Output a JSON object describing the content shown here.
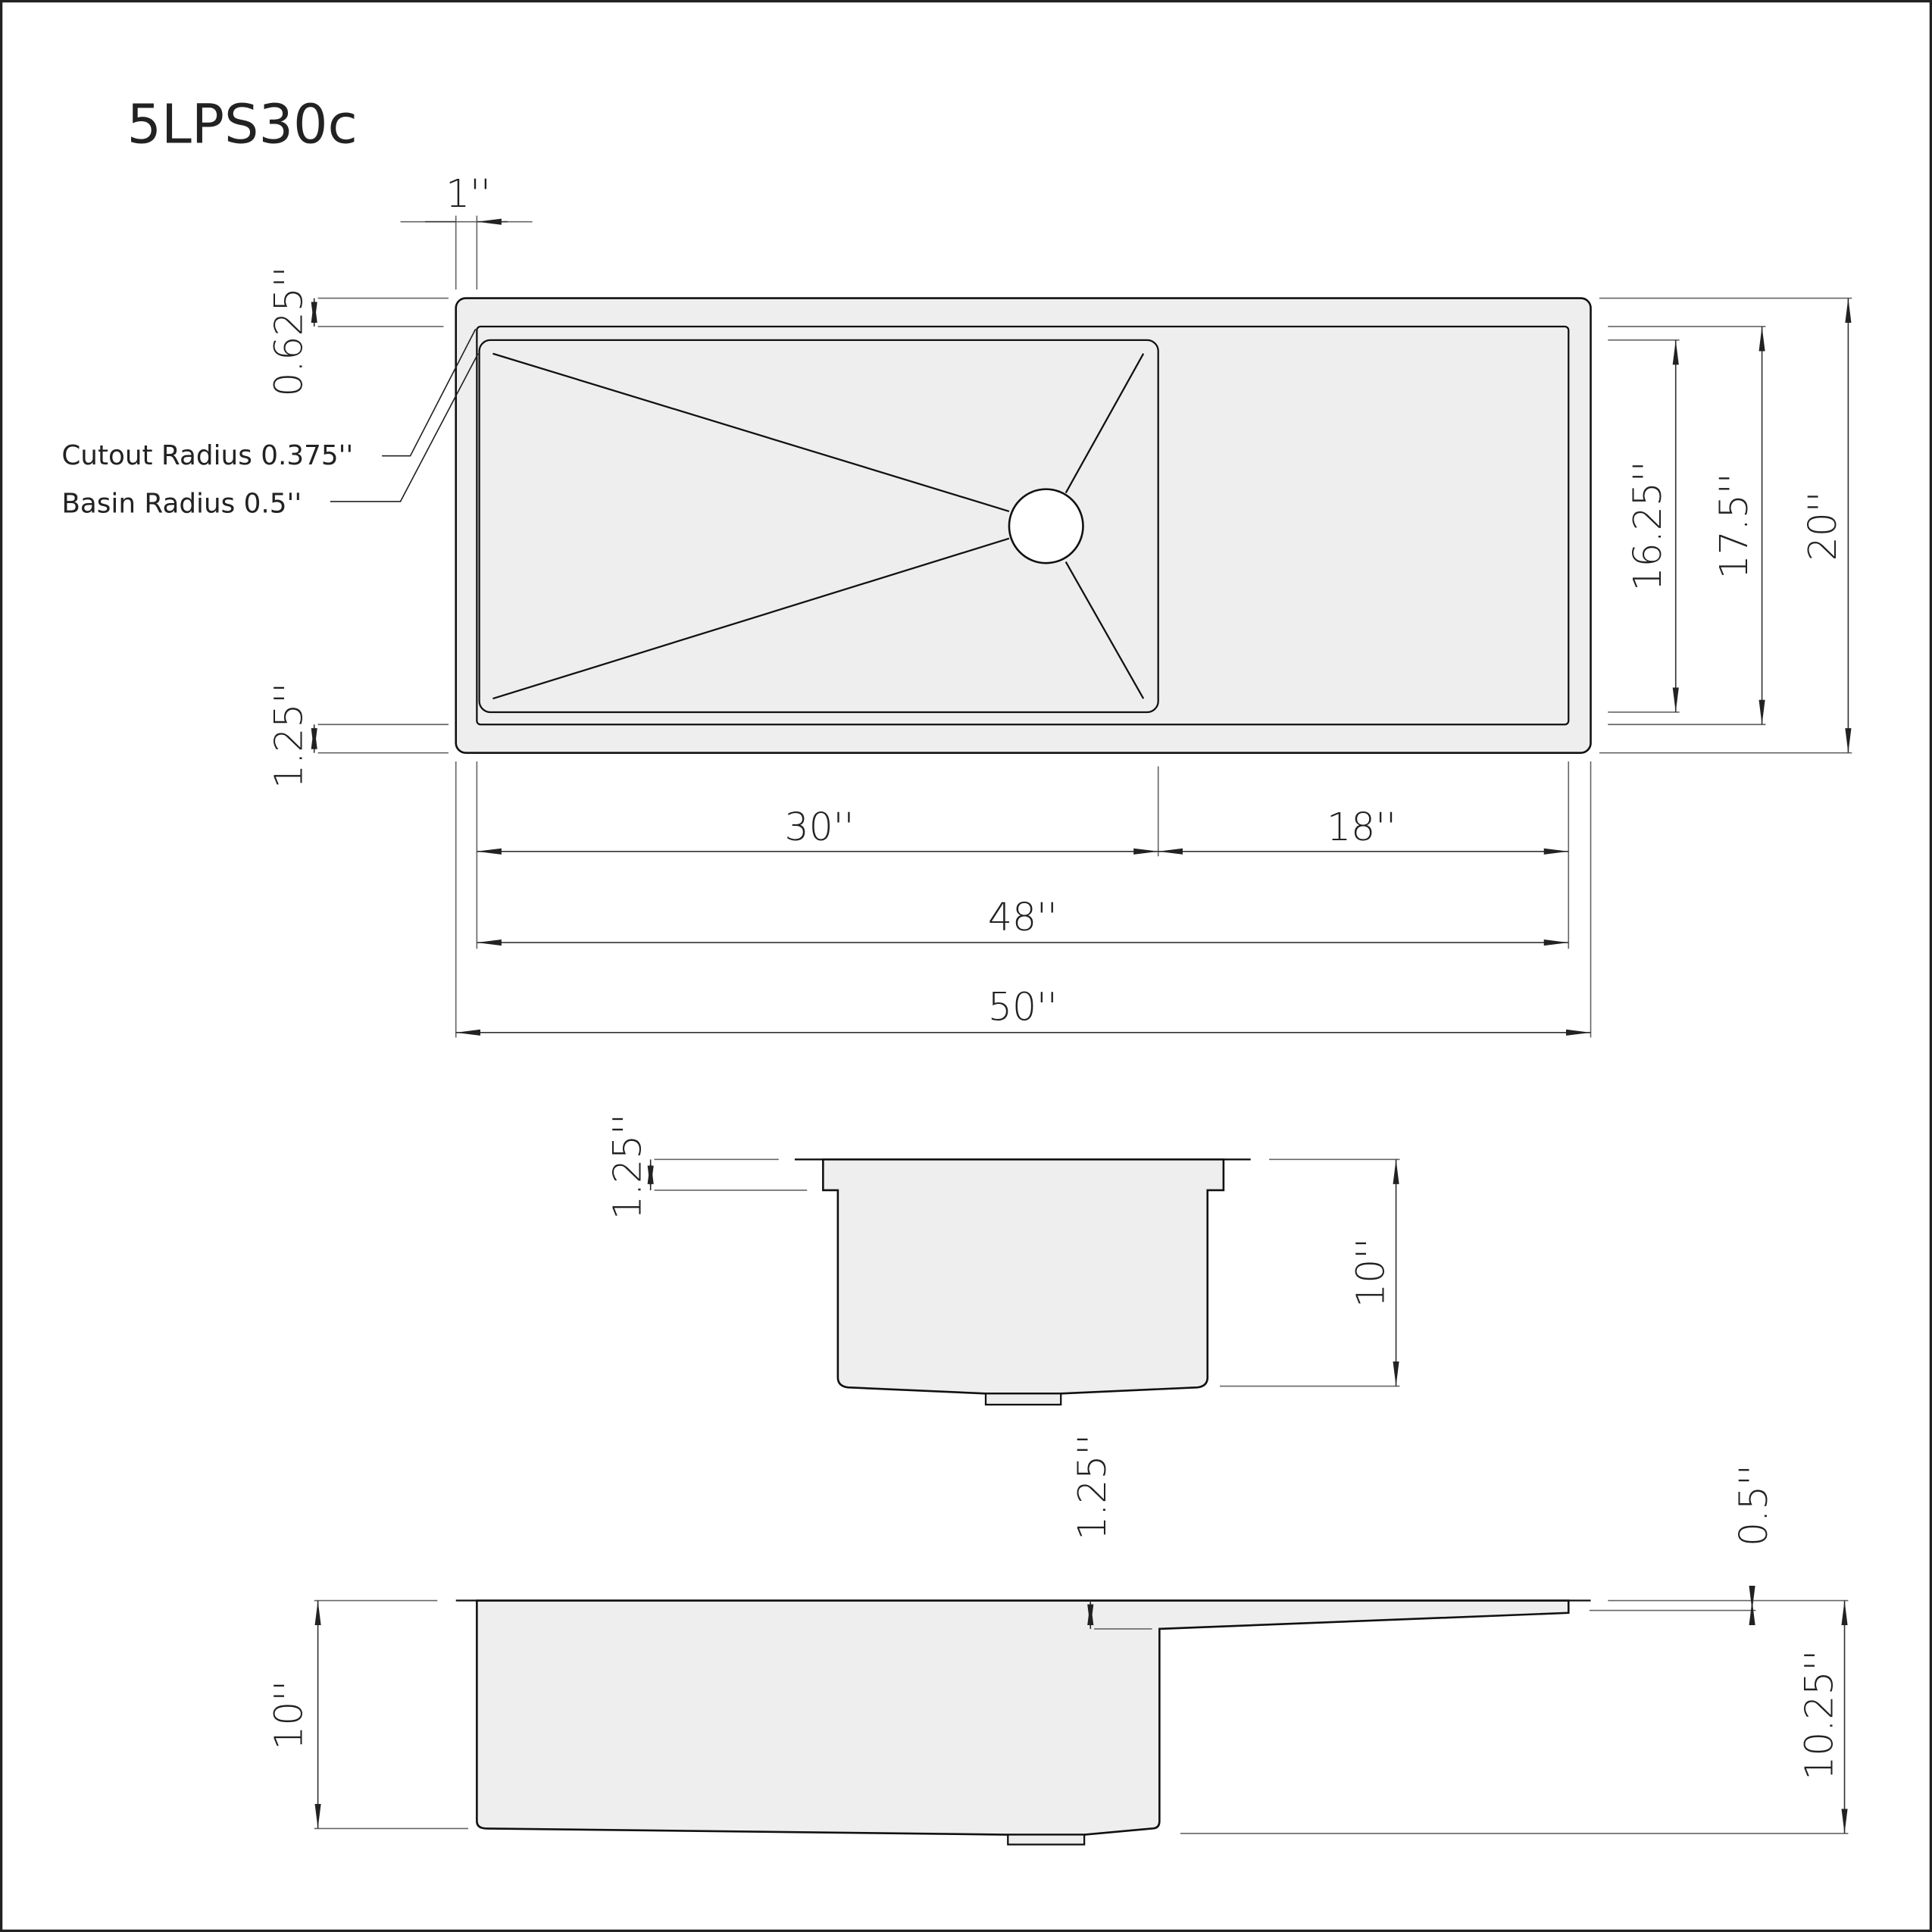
{
  "title": "5LPS30c",
  "top_view": {
    "dims": {
      "flange_offset": "1''",
      "top_margin": "0.625''",
      "bottom_margin": "1.25''",
      "basin_depth_y": "16.25''",
      "cutout_depth_y": "17.5''",
      "overall_depth": "20''",
      "basin_width": "30''",
      "drainboard_width": "18''",
      "cutout_width": "48''",
      "overall_width": "50''"
    },
    "callouts": {
      "cutout_radius": "Cutout Radius 0.375''",
      "basin_radius": "Basin Radius 0.5''"
    }
  },
  "front_view": {
    "dims": {
      "step": "1.25''",
      "depth": "10''"
    }
  },
  "side_view": {
    "dims": {
      "step": "1.25''",
      "slope": "0.5''",
      "basin_depth": "10''",
      "overall_depth": "10.25''"
    }
  }
}
